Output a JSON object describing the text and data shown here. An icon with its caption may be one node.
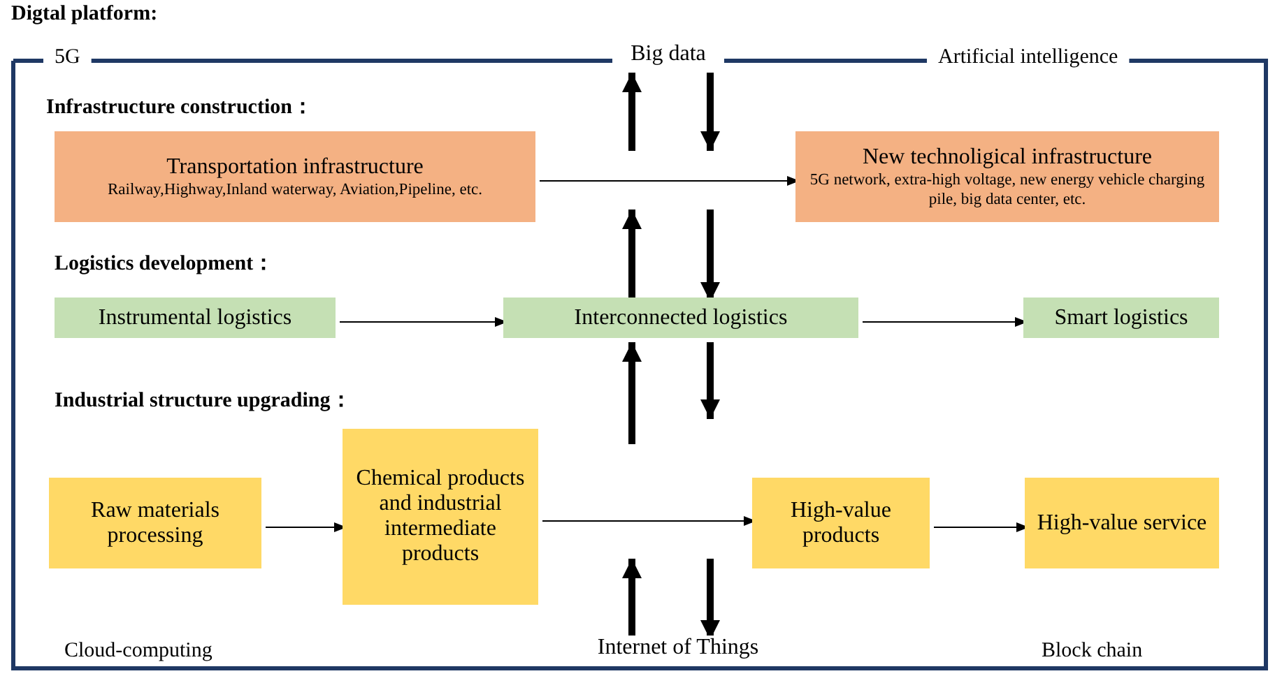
{
  "diagram": {
    "nodes": [
      {
        "text": [
          "Digtal platform:"
        ]
      },
      {
        "text": [
          "Big data"
        ],
        "in": 0
      },
      {
        "text": [
          "Transportation infrastructure",
          "Railway,Highway,Inland waterway, Aviation,Pipeline, etc."
        ],
        "in": 0
      },
      {
        "text": [
          "New technoligical infrastructure",
          "5G network, extra-high voltage, new energy vehicle charging pile,  big data center, etc."
        ],
        "in": 0
      },
      {
        "text": [
          "Instrumental logistics"
        ],
        "in": 0
      },
      {
        "text": [
          "Interconnected logistics"
        ],
        "in": 0
      },
      {
        "text": [
          "Smart logistics"
        ],
        "in": 0
      },
      {
        "text": [
          "Raw materials processing"
        ],
        "in": 0
      },
      {
        "text": [
          "Chemical products and industrial intermediate products"
        ],
        "in": 0
      },
      {
        "text": [
          "High-value products"
        ],
        "in": 0
      },
      {
        "text": [
          "High-value service"
        ],
        "in": 0
      },
      {
        "text": [
          "Internet of Things"
        ],
        "in": 0
      }
    ],
    "edges": [
      {
        "from": null,
        "to": 1,
        "arrow": "to"
      },
      {
        "from": 1,
        "to": null,
        "arrow": "to"
      },
      {
        "from": 2,
        "to": 3,
        "arrow": "to"
      },
      {
        "from": 5,
        "to": null,
        "arrow": "to"
      },
      {
        "from": null,
        "to": 5,
        "arrow": "to"
      },
      {
        "from": 4,
        "to": 5,
        "arrow": "to"
      },
      {
        "from": 5,
        "to": 6,
        "arrow": "to"
      },
      {
        "from": null,
        "to": 5,
        "arrow": "to"
      },
      {
        "from": 5,
        "to": null,
        "arrow": "to"
      },
      {
        "from": 7,
        "to": 8,
        "arrow": "to"
      },
      {
        "from": 8,
        "to": 9,
        "arrow": "to"
      },
      {
        "from": 9,
        "to": 10,
        "arrow": "to"
      },
      {
        "from": 11,
        "to": null,
        "arrow": "to"
      },
      {
        "from": null,
        "to": 11,
        "arrow": "to"
      }
    ],
    "labels": [
      "5G",
      "Artificial intelligence",
      "Infrastructure construction：",
      "Logistics development：",
      "Industrial structure upgrading：",
      "Cloud-computing",
      "Block chain"
    ]
  }
}
